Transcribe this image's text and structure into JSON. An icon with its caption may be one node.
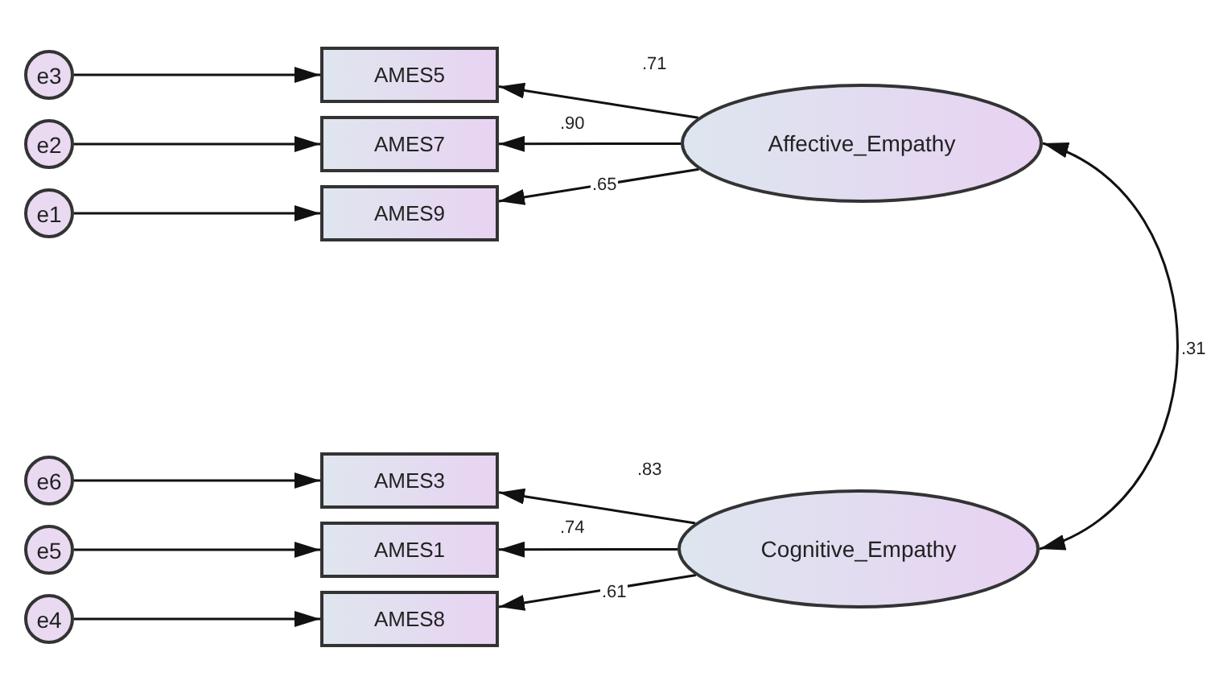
{
  "diagram": {
    "nodes": [
      {
        "text": [
          "e3"
        ]
      },
      {
        "text": [
          "e2"
        ]
      },
      {
        "text": [
          "e1"
        ]
      },
      {
        "text": [
          "AMES5"
        ]
      },
      {
        "text": [
          "AMES7"
        ]
      },
      {
        "text": [
          "AMES9"
        ]
      },
      {
        "text": [
          "Affective_Empathy"
        ]
      },
      {
        "text": [
          "e6"
        ]
      },
      {
        "text": [
          "e5"
        ]
      },
      {
        "text": [
          "e4"
        ]
      },
      {
        "text": [
          "AMES3"
        ]
      },
      {
        "text": [
          "AMES1"
        ]
      },
      {
        "text": [
          "AMES8"
        ]
      },
      {
        "text": [
          "Cognitive_Empathy"
        ]
      }
    ],
    "edges": [
      {
        "from": 0,
        "to": 3,
        "arrow": "to"
      },
      {
        "from": 1,
        "to": 4,
        "arrow": "to"
      },
      {
        "from": 2,
        "to": 5,
        "arrow": "to"
      },
      {
        "from": 6,
        "to": 3,
        "arrow": "to",
        "label": ".71"
      },
      {
        "from": 6,
        "to": 4,
        "arrow": "to",
        "label": ".90"
      },
      {
        "from": 6,
        "to": 5,
        "arrow": "to",
        "label": ".65"
      },
      {
        "from": 7,
        "to": 10,
        "arrow": "to"
      },
      {
        "from": 8,
        "to": 11,
        "arrow": "to"
      },
      {
        "from": 9,
        "to": 12,
        "arrow": "to"
      },
      {
        "from": 13,
        "to": 10,
        "arrow": "to",
        "label": ".83"
      },
      {
        "from": 13,
        "to": 11,
        "arrow": "to",
        "label": ".74"
      },
      {
        "from": 13,
        "to": 12,
        "arrow": "to",
        "label": ".61"
      },
      {
        "from": 6,
        "to": 13,
        "arrow": "both",
        "label": ".31"
      }
    ]
  }
}
